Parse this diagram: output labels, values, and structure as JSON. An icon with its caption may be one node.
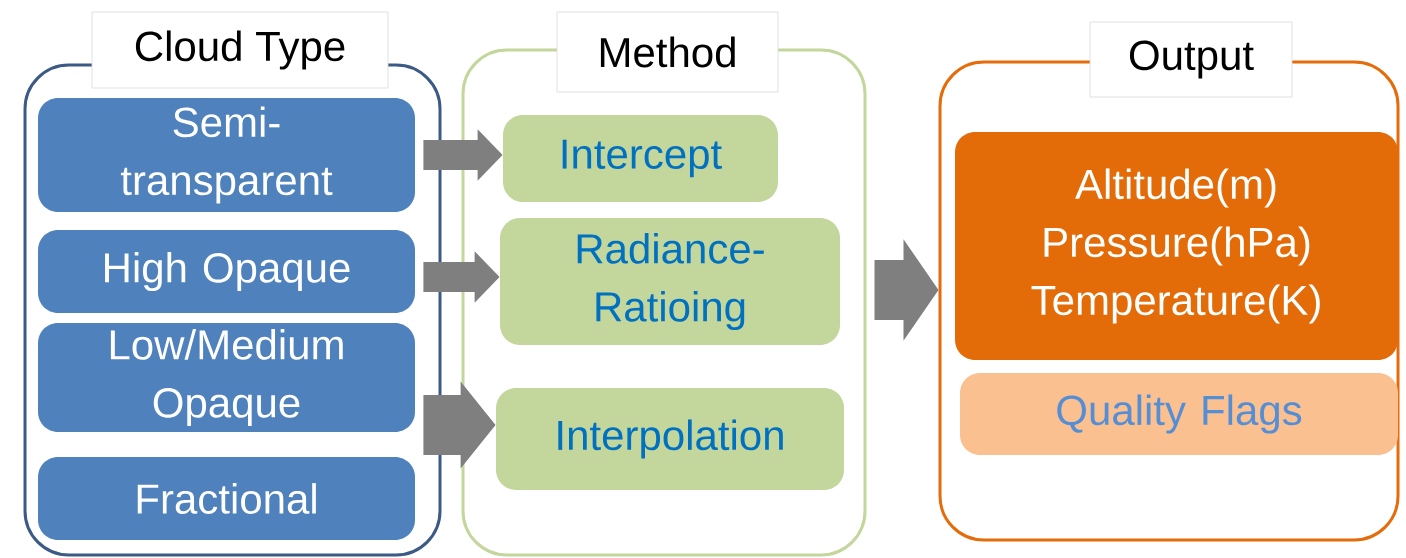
{
  "diagram": {
    "nodes": [
      {
        "text": [
          "Cloud Type"
        ]
      },
      {
        "text": [
          "Semi-transparent"
        ],
        "in": 0
      },
      {
        "text": [
          "High Opaque"
        ],
        "in": 0
      },
      {
        "text": [
          "Low/Medium Opaque"
        ],
        "in": 0
      },
      {
        "text": [
          "Fractional"
        ],
        "in": 0
      },
      {
        "text": [
          "Method"
        ]
      },
      {
        "text": [
          "Intercept"
        ],
        "in": 5
      },
      {
        "text": [
          "Radiance-Ratioing"
        ],
        "in": 5
      },
      {
        "text": [
          "Interpolation"
        ],
        "in": 5
      },
      {
        "text": [
          "Output"
        ]
      },
      {
        "text": [
          "Altitude(m)",
          "Pressure(hPa)",
          "Temperature(K)"
        ],
        "in": 9
      },
      {
        "text": [
          "Quality Flags"
        ],
        "in": 9
      }
    ],
    "edges": [
      {
        "from": 1,
        "to": 6,
        "arrow": "to"
      },
      {
        "from": 2,
        "to": 7,
        "arrow": "to"
      },
      {
        "from": 3,
        "to": 8,
        "arrow": "to",
        "style": "thick"
      },
      {
        "from": 5,
        "to": 9,
        "arrow": "to",
        "style": "thick"
      }
    ]
  }
}
